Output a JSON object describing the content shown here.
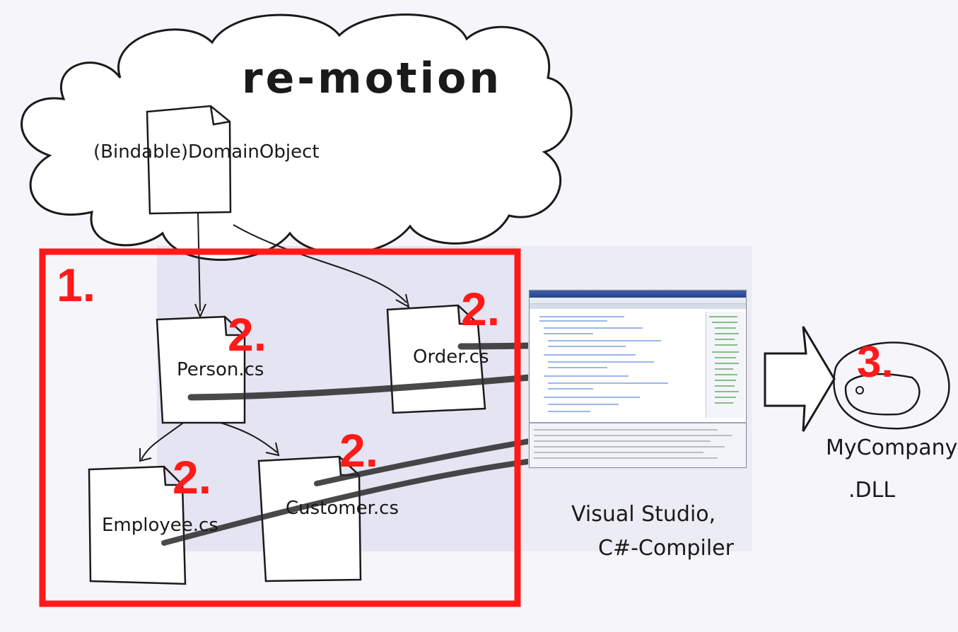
{
  "cloud": {
    "title": "re-motion",
    "base_class": "(Bindable)DomainObject"
  },
  "files": {
    "person": "Person.cs",
    "order": "Order.cs",
    "employee": "Employee.cs",
    "customer": "Customer.cs"
  },
  "steps": {
    "one": "1.",
    "two": "2.",
    "three": "3."
  },
  "compiler": {
    "line1": "Visual Studio,",
    "line2": "C#-Compiler"
  },
  "output": {
    "line1": "MyCompany",
    "line2": ".DLL"
  },
  "colors": {
    "accent": "#ff1a1a",
    "ink": "#1a1a1a",
    "paper": "#f6f6fa"
  }
}
